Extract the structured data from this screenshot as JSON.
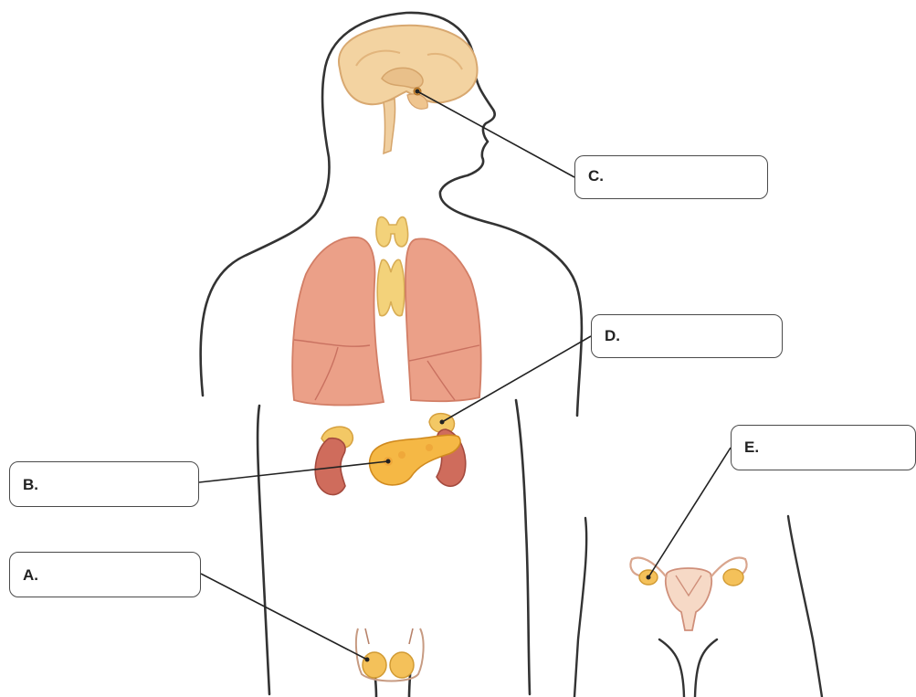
{
  "labels": {
    "a": "A.",
    "b": "B.",
    "c": "C.",
    "d": "D.",
    "e": "E."
  },
  "icons": {
    "brain": "brain-icon",
    "pituitary": "pituitary-gland-icon",
    "thyroid": "thyroid-gland-icon",
    "thymus": "thymus-icon",
    "lungs": "lungs-icon",
    "adrenals": "adrenal-gland-icon",
    "kidneys": "kidney-icon",
    "pancreas": "pancreas-icon",
    "testes": "testes-icon",
    "uterus": "uterus-icon",
    "ovaries": "ovary-icon"
  },
  "colors": {
    "outline": "#333333",
    "organ_gland": "#f2c872",
    "lungs": "#e9a08a",
    "kidney": "#c9605a",
    "label_border": "#4a4a4a"
  }
}
